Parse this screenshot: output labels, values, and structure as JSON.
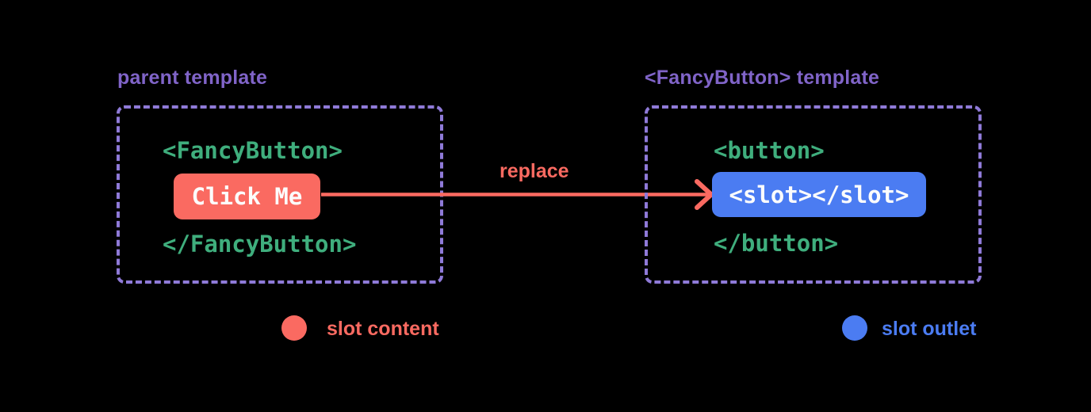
{
  "colors": {
    "background": "#000000",
    "purple_text": "#8064c8",
    "purple_border": "#8f7ad8",
    "green": "#3fae7d",
    "red": "#fa6a61",
    "blue": "#4b7cf2",
    "white": "#fcfcfc"
  },
  "parent_panel": {
    "title": "parent template",
    "open_tag": "<FancyButton>",
    "button_label": "Click Me",
    "close_tag": "</FancyButton>"
  },
  "arrow": {
    "label": "replace"
  },
  "fancy_panel": {
    "title": "<FancyButton> template",
    "open_tag": "<button>",
    "slot_label": "<slot></slot>",
    "close_tag": "</button>"
  },
  "legend": {
    "slot_content_label": "slot content",
    "slot_outlet_label": "slot outlet"
  }
}
